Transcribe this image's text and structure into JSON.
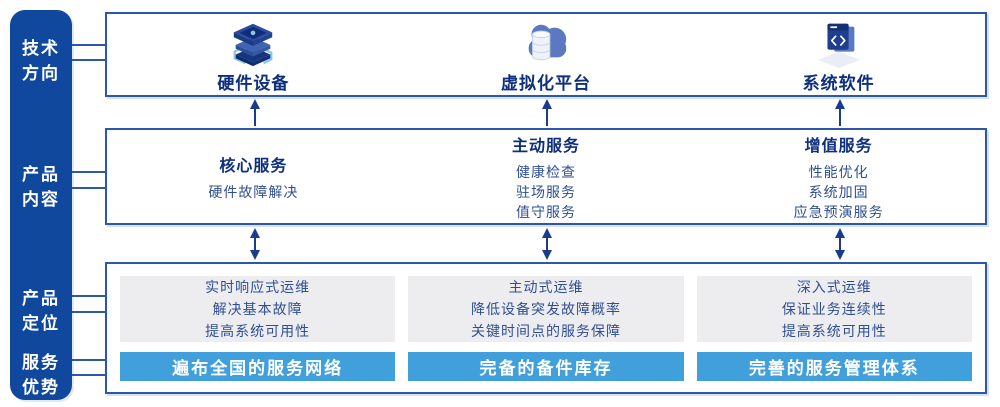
{
  "colors": {
    "sidebar_bg": "#10489E",
    "box_border": "#2B58A8",
    "heading_text": "#0D2F7D",
    "body_text": "#2F4F92",
    "arrow": "#1B3C8C",
    "bar_bg": "#41A0DB",
    "bar_text": "#FFFFFF",
    "panel_bg": "#EDEDEF"
  },
  "sidebar": {
    "sections": [
      {
        "line1": "技术",
        "line2": "方向"
      },
      {
        "line1": "产品",
        "line2": "内容"
      },
      {
        "line1": "产品",
        "line2": "定位"
      },
      {
        "line1": "服务",
        "line2": "优势"
      }
    ]
  },
  "top_row": {
    "columns": [
      {
        "icon": "server-stack-icon",
        "label": "硬件设备"
      },
      {
        "icon": "cloud-database-icon",
        "label": "虚拟化平台"
      },
      {
        "icon": "code-window-icon",
        "label": "系统软件"
      }
    ]
  },
  "middle_row": {
    "columns": [
      {
        "heading": "核心服务",
        "items": [
          "硬件故障解决"
        ]
      },
      {
        "heading": "主动服务",
        "items": [
          "健康检查",
          "驻场服务",
          "值守服务"
        ]
      },
      {
        "heading": "增值服务",
        "items": [
          "性能优化",
          "系统加固",
          "应急预演服务"
        ]
      }
    ]
  },
  "bottom_row": {
    "columns": [
      {
        "lines": [
          "实时响应式运维",
          "解决基本故障",
          "提高系统可用性"
        ],
        "bar": "遍布全国的服务网络"
      },
      {
        "lines": [
          "主动式运维",
          "降低设备突发故障概率",
          "关键时间点的服务保障"
        ],
        "bar": "完备的备件库存"
      },
      {
        "lines": [
          "深入式运维",
          "保证业务连续性",
          "提高系统可用性"
        ],
        "bar": "完善的服务管理体系"
      }
    ]
  }
}
